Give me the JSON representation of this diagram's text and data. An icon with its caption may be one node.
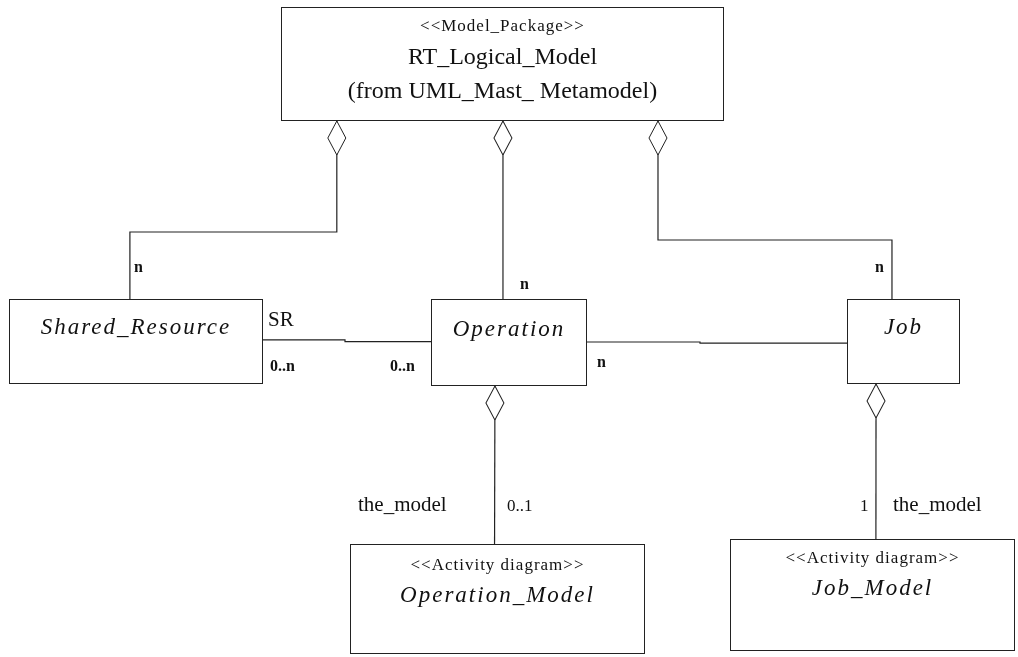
{
  "diagram": {
    "nodes": [
      {
        "text": [
          "<<Model_Package>>",
          "RT_Logical_Model",
          "(from UML_Mast_ Metamodel)"
        ]
      },
      {
        "text": [
          "Shared_Resource"
        ]
      },
      {
        "text": [
          "Operation"
        ]
      },
      {
        "text": [
          "Job"
        ]
      },
      {
        "text": [
          "<<Activity diagram>>",
          "Operation_Model"
        ]
      },
      {
        "text": [
          "<<Activity diagram>>",
          "Job_Model"
        ]
      }
    ],
    "edges": [
      {
        "from": 0,
        "to": 1,
        "arrow": "other"
      },
      {
        "from": 0,
        "to": 2,
        "arrow": "other"
      },
      {
        "from": 0,
        "to": 3,
        "arrow": "other"
      },
      {
        "from": 1,
        "to": 2,
        "arrow": "none"
      },
      {
        "from": 2,
        "to": 3,
        "arrow": "none"
      },
      {
        "from": 2,
        "to": 4,
        "arrow": "other"
      },
      {
        "from": 3,
        "to": 5,
        "arrow": "other"
      }
    ],
    "labels": [
      "n",
      "n",
      "n",
      "SR",
      "0..n",
      "0..n",
      "n",
      "the_model",
      "0..1",
      "1",
      "the_model"
    ]
  }
}
